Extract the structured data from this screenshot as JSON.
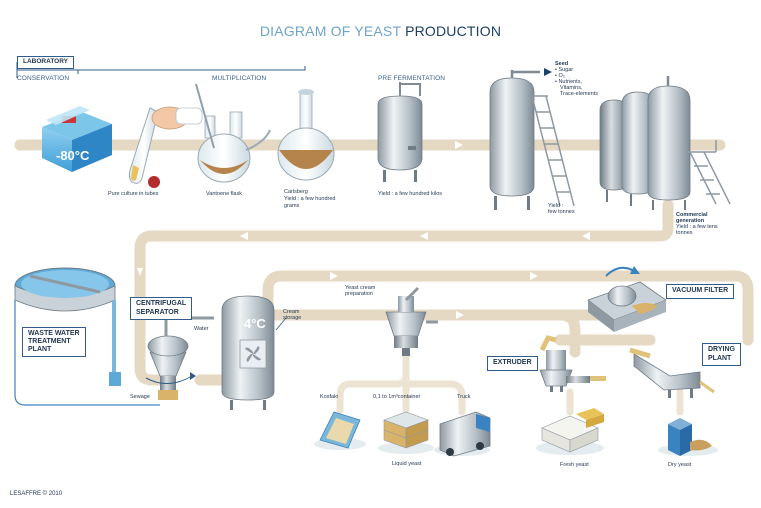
{
  "title": {
    "part1": "DIAGRAM OF YEAST",
    "part2": "PRODUCTION"
  },
  "laboratory": "LABORATORY",
  "stages": {
    "conservation": "CONSERVATION",
    "multiplication": "MULTIPLICATION",
    "pre_fermentation": "PRE FERMENTATION"
  },
  "freezer_temp": "-80°C",
  "labels": {
    "pure_culture": "Pure culture in tubes",
    "vantoene": "Vantoene flask",
    "carlsberg_1": "Carlsberg",
    "carlsberg_2": "Yield : a few hundred",
    "carlsberg_3": "grams",
    "yield_kilos": "Yield : a few hundred kilos",
    "seed_1": "Seed",
    "seed_2": "• Sugar",
    "seed_3": "• O₂",
    "seed_4": "• Nutrients,",
    "seed_5": "Vitamins,",
    "seed_6": "Trace-elements",
    "yield_tonnes_1": "Yield :",
    "yield_tonnes_2": "few tonnes",
    "commercial_1": "Commercial",
    "commercial_2": "generation",
    "commercial_3": "Yield : a few tens",
    "commercial_4": "tonnes",
    "water": "Water",
    "cream_1": "Cream",
    "cream_2": "storage",
    "sewage": "Sewage",
    "yeast_cream_1": "Yeast cream",
    "yeast_cream_2": "preparation",
    "kosfalo": "Kosfalo",
    "container": "0,1 to 1m³container",
    "truck": "Truck",
    "liquid_yeast": "Liquid yeast",
    "fresh_yeast": "Fresh yeast",
    "dry_yeast": "Dry yeast"
  },
  "boxes": {
    "centrifugal_1": "CENTRIFUGAL",
    "centrifugal_2": "SEPARATOR",
    "waste_1": "WASTE WATER",
    "waste_2": "TREATMENT",
    "waste_3": "PLANT",
    "vacuum": "VACUUM FILTER",
    "extruder": "EXTRUDER",
    "drying_1": "DRYING",
    "drying_2": "PLANT"
  },
  "cream_temp": "4°C",
  "copyright": "LESAFFRE © 2010",
  "colors": {
    "pipe": "#e5d9c4",
    "steel": "#b9c2c9",
    "accent": "#2f5c8a",
    "yeast": "#b5844c",
    "water": "#7ab7d9"
  }
}
